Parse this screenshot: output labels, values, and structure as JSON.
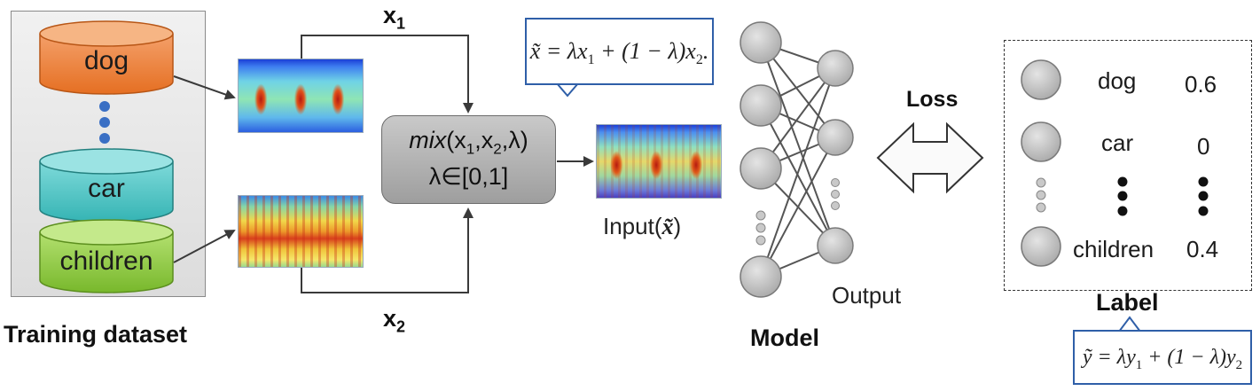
{
  "dataset": {
    "title": "Training dataset",
    "classes": [
      "dog",
      "car",
      "children"
    ],
    "colors": {
      "dog": "#ed7d31",
      "car": "#4bc5c5",
      "children": "#8cc63f",
      "dots": "#3a6fc4"
    }
  },
  "inputs": {
    "x1_label": "x",
    "x1_sub": "1",
    "x2_label": "x",
    "x2_sub": "2"
  },
  "mix": {
    "line1_func": "mix",
    "line1_args": "(x",
    "line1_sub1": "1",
    "line1_mid": ",x",
    "line1_sub2": "2",
    "line1_end": ",λ)",
    "line2": "λ∈[0,1]"
  },
  "mixed_formula": {
    "lhs": "x̃",
    "eq": " = λx",
    "sub1": "1",
    "mid": " + (1 − λ)x",
    "sub2": "2",
    "end": "."
  },
  "input_label": {
    "prefix": "Input(",
    "symbol": "x̃",
    "suffix": ")"
  },
  "model": {
    "title": "Model",
    "output_label": "Output"
  },
  "loss_label": "Loss",
  "label_panel": {
    "title": "Label",
    "rows": [
      {
        "name": "dog",
        "value": "0.6"
      },
      {
        "name": "car",
        "value": "0"
      },
      {
        "name": "children",
        "value": "0.4"
      }
    ]
  },
  "label_formula": {
    "lhs": "ỹ",
    "eq": " = λy",
    "sub1": "1",
    "mid": " + (1 − λ)y",
    "sub2": "2"
  },
  "colors": {
    "arrow": "#3a3a3a",
    "callout_border": "#2f5fa8",
    "node_fill": "#bdbdbd",
    "node_stroke": "#7a7a7a"
  }
}
